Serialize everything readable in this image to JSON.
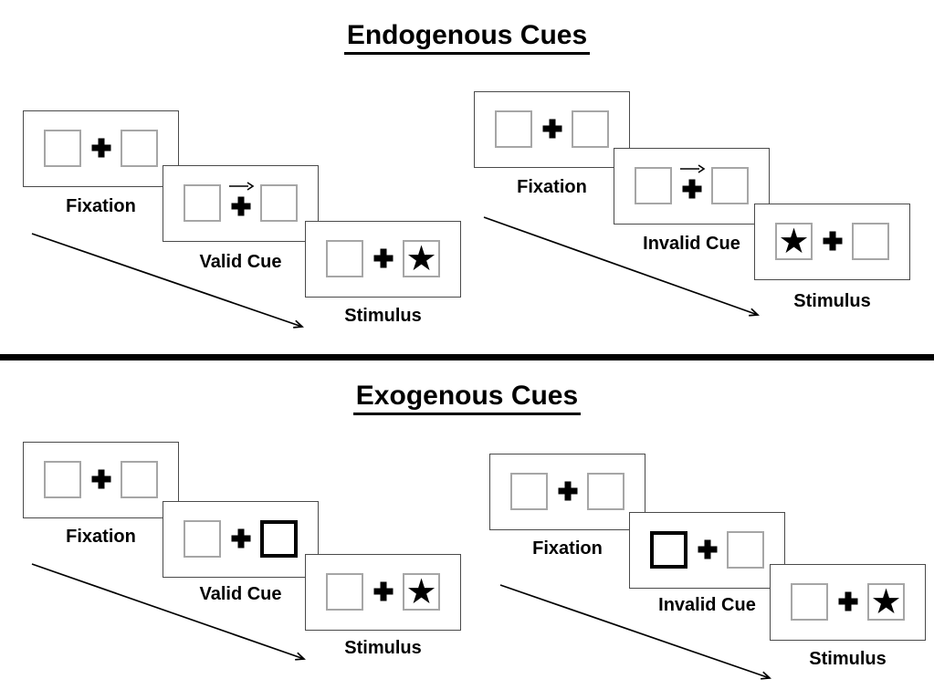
{
  "colors": {
    "background": "#ffffff",
    "panel_border": "#4a4a4a",
    "box_border": "#a6a6a6",
    "cue_box_border": "#000000",
    "ink": "#000000"
  },
  "glyphs": {
    "star": "★"
  },
  "sections": [
    {
      "title": "Endogenous Cues",
      "sequences": [
        {
          "name": "valid-trial",
          "panels": [
            {
              "label": "Fixation",
              "center": "fixation-cross"
            },
            {
              "label": "Valid Cue",
              "center": "fixation-cross",
              "cue": "arrow-pointing-right-above-cross"
            },
            {
              "label": "Stimulus",
              "center": "fixation-cross",
              "star_in": "right-box"
            }
          ]
        },
        {
          "name": "invalid-trial",
          "panels": [
            {
              "label": "Fixation",
              "center": "fixation-cross"
            },
            {
              "label": "Invalid Cue",
              "center": "fixation-cross",
              "cue": "arrow-pointing-right-above-cross"
            },
            {
              "label": "Stimulus",
              "center": "fixation-cross",
              "star_in": "left-box"
            }
          ]
        }
      ]
    },
    {
      "title": "Exogenous Cues",
      "sequences": [
        {
          "name": "valid-trial",
          "panels": [
            {
              "label": "Fixation",
              "center": "fixation-cross"
            },
            {
              "label": "Valid Cue",
              "center": "fixation-cross",
              "cue": "thick-border-right-box"
            },
            {
              "label": "Stimulus",
              "center": "fixation-cross",
              "star_in": "right-box"
            }
          ]
        },
        {
          "name": "invalid-trial",
          "panels": [
            {
              "label": "Fixation",
              "center": "fixation-cross"
            },
            {
              "label": "Invalid Cue",
              "center": "fixation-cross",
              "cue": "thick-border-left-box"
            },
            {
              "label": "Stimulus",
              "center": "fixation-cross",
              "star_in": "right-box"
            }
          ]
        }
      ]
    }
  ]
}
